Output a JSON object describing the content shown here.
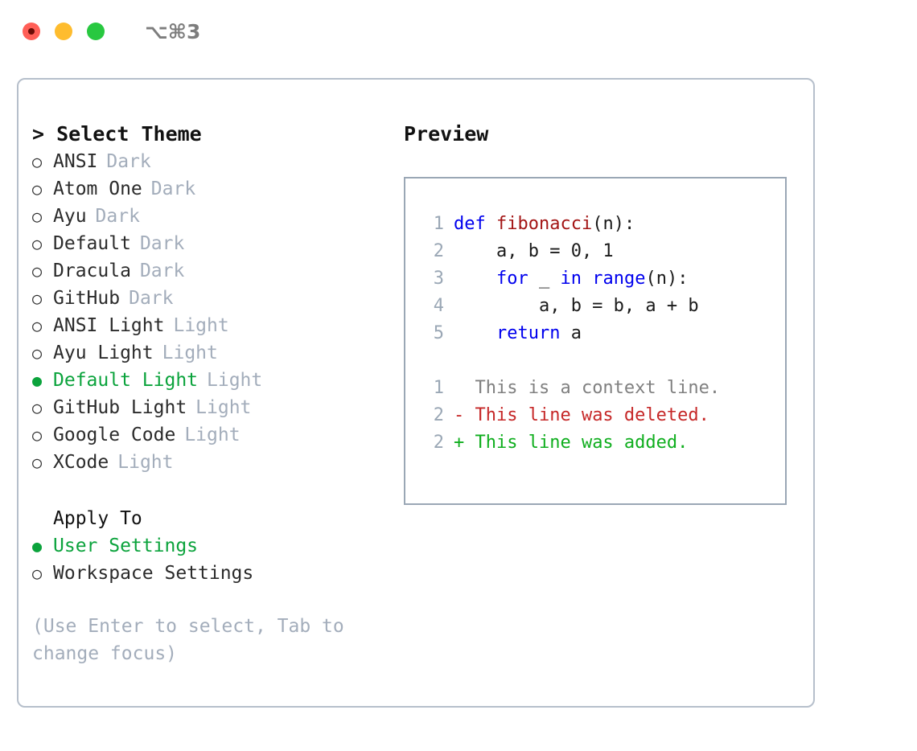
{
  "titlebar": {
    "shortcut": "⌥⌘3",
    "lights": [
      {
        "name": "close",
        "color": "#ff5f57"
      },
      {
        "name": "minimize",
        "color": "#febc2e"
      },
      {
        "name": "maximize",
        "color": "#28c840"
      }
    ]
  },
  "theme_picker": {
    "header": "> Select Theme",
    "items": [
      {
        "label": "ANSI",
        "tag": "Dark",
        "selected": false
      },
      {
        "label": "Atom One",
        "tag": "Dark",
        "selected": false
      },
      {
        "label": "Ayu",
        "tag": "Dark",
        "selected": false
      },
      {
        "label": "Default",
        "tag": "Dark",
        "selected": false
      },
      {
        "label": "Dracula",
        "tag": "Dark",
        "selected": false
      },
      {
        "label": "GitHub",
        "tag": "Dark",
        "selected": false
      },
      {
        "label": "ANSI Light",
        "tag": "Light",
        "selected": false
      },
      {
        "label": "Ayu Light",
        "tag": "Light",
        "selected": false
      },
      {
        "label": "Default Light",
        "tag": "Light",
        "selected": true
      },
      {
        "label": "GitHub Light",
        "tag": "Light",
        "selected": false
      },
      {
        "label": "Google Code",
        "tag": "Light",
        "selected": false
      },
      {
        "label": "XCode",
        "tag": "Light",
        "selected": false
      }
    ],
    "bullet_on": "●",
    "bullet_off": "○"
  },
  "apply_to": {
    "title": "Apply To",
    "items": [
      {
        "label": "User Settings",
        "selected": true
      },
      {
        "label": "Workspace Settings",
        "selected": false
      }
    ]
  },
  "hint": "(Use Enter to select, Tab to change focus)",
  "preview": {
    "title": "Preview",
    "code_lines": [
      {
        "no": "1",
        "tokens": [
          {
            "t": "def ",
            "c": "kw"
          },
          {
            "t": "fibonacci",
            "c": "fn"
          },
          {
            "t": "(n):",
            "c": "plain"
          }
        ]
      },
      {
        "no": "2",
        "tokens": [
          {
            "t": "    a, b = 0, 1",
            "c": "plain"
          }
        ]
      },
      {
        "no": "3",
        "tokens": [
          {
            "t": "    ",
            "c": "plain"
          },
          {
            "t": "for",
            "c": "kw"
          },
          {
            "t": " _ ",
            "c": "plain"
          },
          {
            "t": "in range",
            "c": "kw"
          },
          {
            "t": "(n):",
            "c": "plain"
          }
        ]
      },
      {
        "no": "4",
        "tokens": [
          {
            "t": "        a, b = b, a + b",
            "c": "plain"
          }
        ]
      },
      {
        "no": "5",
        "tokens": [
          {
            "t": "    ",
            "c": "plain"
          },
          {
            "t": "return",
            "c": "kw"
          },
          {
            "t": " a",
            "c": "plain"
          }
        ]
      }
    ],
    "diff_lines": [
      {
        "no": "1",
        "marker": " ",
        "text": " This is a context line.",
        "kind": "ctx"
      },
      {
        "no": "2",
        "marker": "-",
        "text": " This line was deleted.",
        "kind": "del"
      },
      {
        "no": "2",
        "marker": "+",
        "text": " This line was added.",
        "kind": "add"
      }
    ]
  },
  "colors": {
    "accent_green": "#0ba33c",
    "muted": "#a3adbb",
    "keyword": "#0000ee",
    "function": "#a31515",
    "deleted": "#c62828",
    "added": "#0fae1e",
    "panel_border": "#b6bfcb",
    "code_border": "#9aa7b5"
  }
}
